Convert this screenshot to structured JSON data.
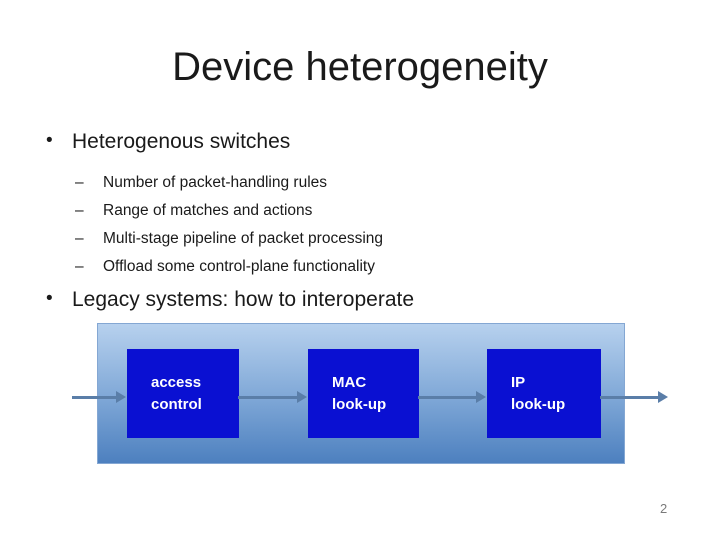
{
  "slide": {
    "title": "Device heterogeneity",
    "page_number": "2",
    "bullet_glyph": "•",
    "dash_glyph": "–",
    "bullet1": "Heterogenous switches",
    "sub_items": [
      "Number of packet-handling rules",
      "Range of matches and actions",
      "Multi-stage pipeline of packet processing",
      "Offload some control-plane functionality"
    ],
    "bullet2": "Legacy systems: how to interoperate"
  },
  "diagram": {
    "type": "pipeline-flow",
    "boxes": [
      {
        "line1": "access",
        "line2": "control"
      },
      {
        "line1": "MAC",
        "line2": "look-up"
      },
      {
        "line1": "IP",
        "line2": "look-up"
      }
    ],
    "flow": [
      "in",
      "access control",
      "MAC look-up",
      "IP look-up",
      "out"
    ],
    "colors": {
      "box_fill": "#0a10d2",
      "box_text": "#ffffff",
      "container_top": "#b7d1ee",
      "container_bottom": "#4d80bf",
      "container_border": "#84a7d3",
      "arrow": "#5a7ea8"
    }
  }
}
